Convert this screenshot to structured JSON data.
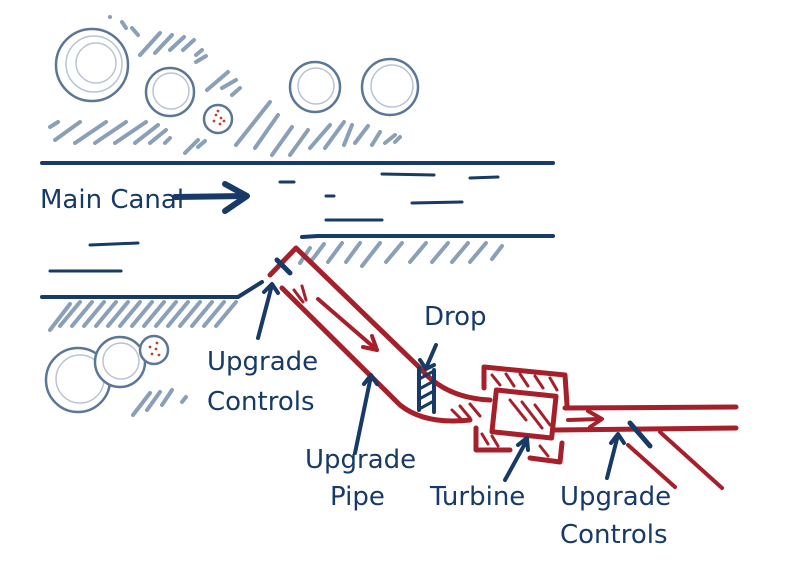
{
  "diagram": {
    "title": "Hydropower canal drop upgrade schematic",
    "colors": {
      "canal": "#173a66",
      "pipe": "#a5202a",
      "hatch": "#8aa0b8",
      "shrub_outline": "#5b7697",
      "shrub_dots": "#c0462a",
      "background": "#ffffff"
    },
    "labels": {
      "main_canal": "Main Canal",
      "drop": "Drop",
      "upgrade_controls_intake_line1": "Upgrade",
      "upgrade_controls_intake_line2": "Controls",
      "upgrade_pipe_line1": "Upgrade",
      "upgrade_pipe_line2": "Pipe",
      "turbine": "Turbine",
      "upgrade_controls_outlet_line1": "Upgrade",
      "upgrade_controls_outlet_line2": "Controls"
    },
    "icons": {
      "flow_arrow": "arrow-right-icon",
      "shrub": "shrub-icon"
    }
  }
}
